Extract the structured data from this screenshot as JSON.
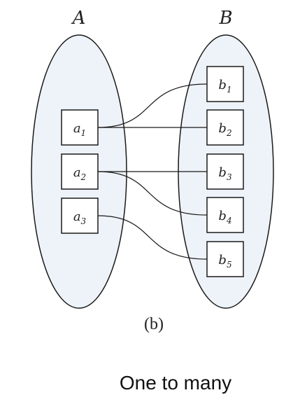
{
  "sets": [
    {
      "id": "A",
      "title": "A",
      "elements": [
        {
          "id": "a1",
          "main": "a",
          "sub": "1"
        },
        {
          "id": "a2",
          "main": "a",
          "sub": "2"
        },
        {
          "id": "a3",
          "main": "a",
          "sub": "3"
        }
      ]
    },
    {
      "id": "B",
      "title": "B",
      "elements": [
        {
          "id": "b1",
          "main": "b",
          "sub": "1"
        },
        {
          "id": "b2",
          "main": "b",
          "sub": "2"
        },
        {
          "id": "b3",
          "main": "b",
          "sub": "3"
        },
        {
          "id": "b4",
          "main": "b",
          "sub": "4"
        },
        {
          "id": "b5",
          "main": "b",
          "sub": "5"
        }
      ]
    }
  ],
  "mappings": [
    {
      "from": "a1",
      "to": "b1"
    },
    {
      "from": "a1",
      "to": "b2"
    },
    {
      "from": "a2",
      "to": "b3"
    },
    {
      "from": "a2",
      "to": "b4"
    },
    {
      "from": "a3",
      "to": "b5"
    }
  ],
  "panel_label": "(b)",
  "caption": "One to many",
  "colors": {
    "set_fill": "#eef3f9",
    "stroke": "#1a1a1a"
  }
}
